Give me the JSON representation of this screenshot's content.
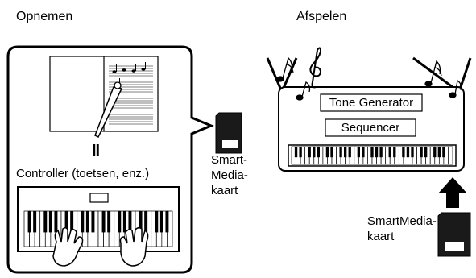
{
  "headings": {
    "recording": "Opnemen",
    "playback": "Afspelen"
  },
  "recording_panel": {
    "controller_label": "Controller (toetsen, enz.)",
    "equals_symbol": "II",
    "card_label_lines": [
      "Smart-",
      "Media-",
      "kaart"
    ]
  },
  "playback_panel": {
    "tone_generator": "Tone Generator",
    "sequencer": "Sequencer",
    "card_label_lines": [
      "SmartMedia-",
      "kaart"
    ]
  },
  "icons": [
    "sheet-music-icon",
    "pen-icon",
    "keyboard-icon",
    "hands-icon",
    "smartmedia-card-icon",
    "music-notes-icon",
    "treble-clef-icon",
    "up-arrow-icon"
  ],
  "colors": {
    "ink": "#000000",
    "paper": "#ffffff",
    "card": "#1a1a1a"
  }
}
